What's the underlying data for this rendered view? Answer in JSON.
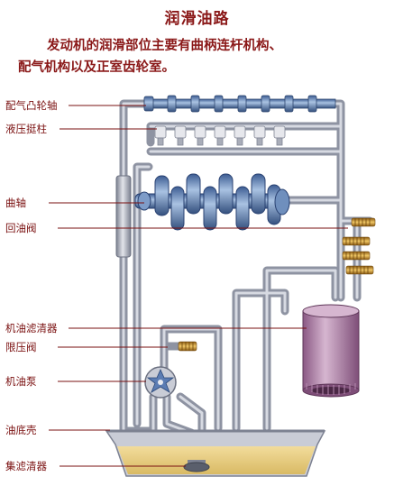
{
  "title": "润滑油路",
  "description_line1": "发动机的润滑部位主要有曲柄连杆机构、",
  "description_line2": "配气机构以及正室齿轮室。",
  "labels": {
    "camshaft": "配气凸轮轴",
    "lifters": "液压挺柱",
    "crankshaft": "曲轴",
    "return_valve": "回油阀",
    "oil_filter": "机油滤清器",
    "pressure_limit_valve": "限压阀",
    "oil_pump": "机油泵",
    "oil_pan": "油底壳",
    "strainer": "集滤清器"
  },
  "colors": {
    "pipe": "#9a9fae",
    "pipe_light": "#d3d6de",
    "shaft": "#5878aa",
    "shaft_light": "#9ab4d8",
    "oil": "#e9cf86",
    "filter": "#a8769e",
    "spring": "#c99a3a",
    "label": "#7a1010",
    "title": "#8a1818"
  }
}
